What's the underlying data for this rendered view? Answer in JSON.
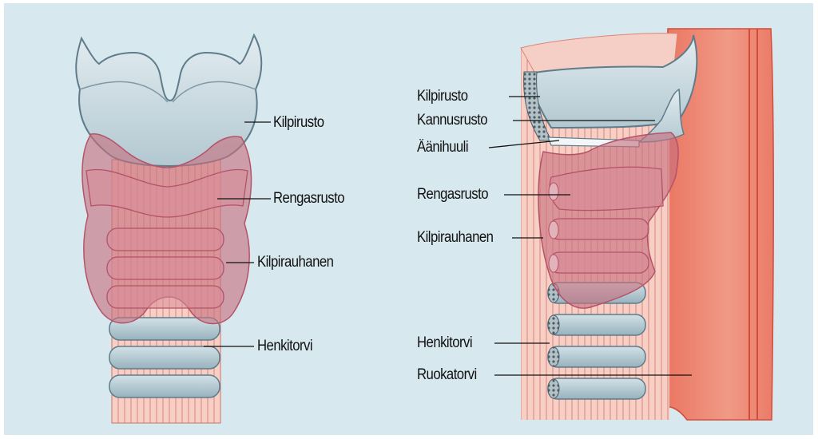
{
  "diagram": {
    "front_view": {
      "labels": {
        "thyroid_cartilage": "Kilpirusto",
        "cricoid_cartilage": "Rengasrusto",
        "thyroid_gland": "Kilpirauhanen",
        "trachea": "Henkitorvi"
      }
    },
    "side_view": {
      "labels": {
        "thyroid_cartilage": "Kilpirusto",
        "arytenoid_cartilage": "Kannusrusto",
        "vocal_cord": "Äänihuuli",
        "cricoid_cartilage": "Rengasrusto",
        "thyroid_gland": "Kilpirauhanen",
        "trachea": "Henkitorvi",
        "esophagus": "Ruokatorvi"
      }
    },
    "colors": {
      "background": "#d8e8ef",
      "cartilage": "#c9d9e0",
      "cartilage_outline": "#5e7c8a",
      "gland": "#c97c86",
      "muscle": "#e8877a",
      "muscle_light": "#f5c9c0"
    }
  }
}
